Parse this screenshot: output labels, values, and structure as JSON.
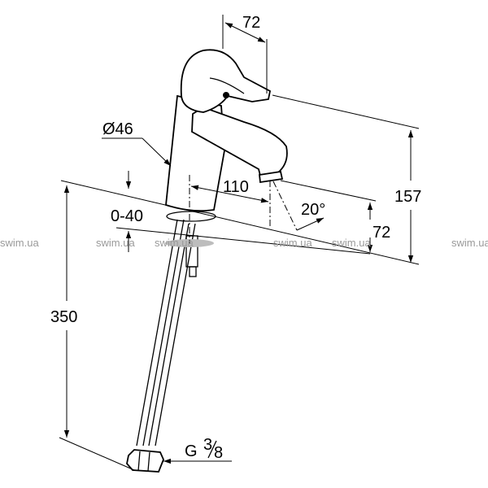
{
  "drawing": {
    "dimensions": {
      "handle_depth": "72",
      "diameter": "Ø46",
      "spout_reach": "110",
      "spout_angle": "20°",
      "counter_thickness": "0-40",
      "spout_height": "72",
      "total_height": "157",
      "hose_length": "350",
      "connection_main": "G",
      "connection_num": "3",
      "connection_den": "8"
    },
    "watermarks": [
      "swim.ua",
      "swim.ua",
      "swim.ua",
      "swim.ua",
      "swim.ua",
      "swim.ua"
    ]
  }
}
